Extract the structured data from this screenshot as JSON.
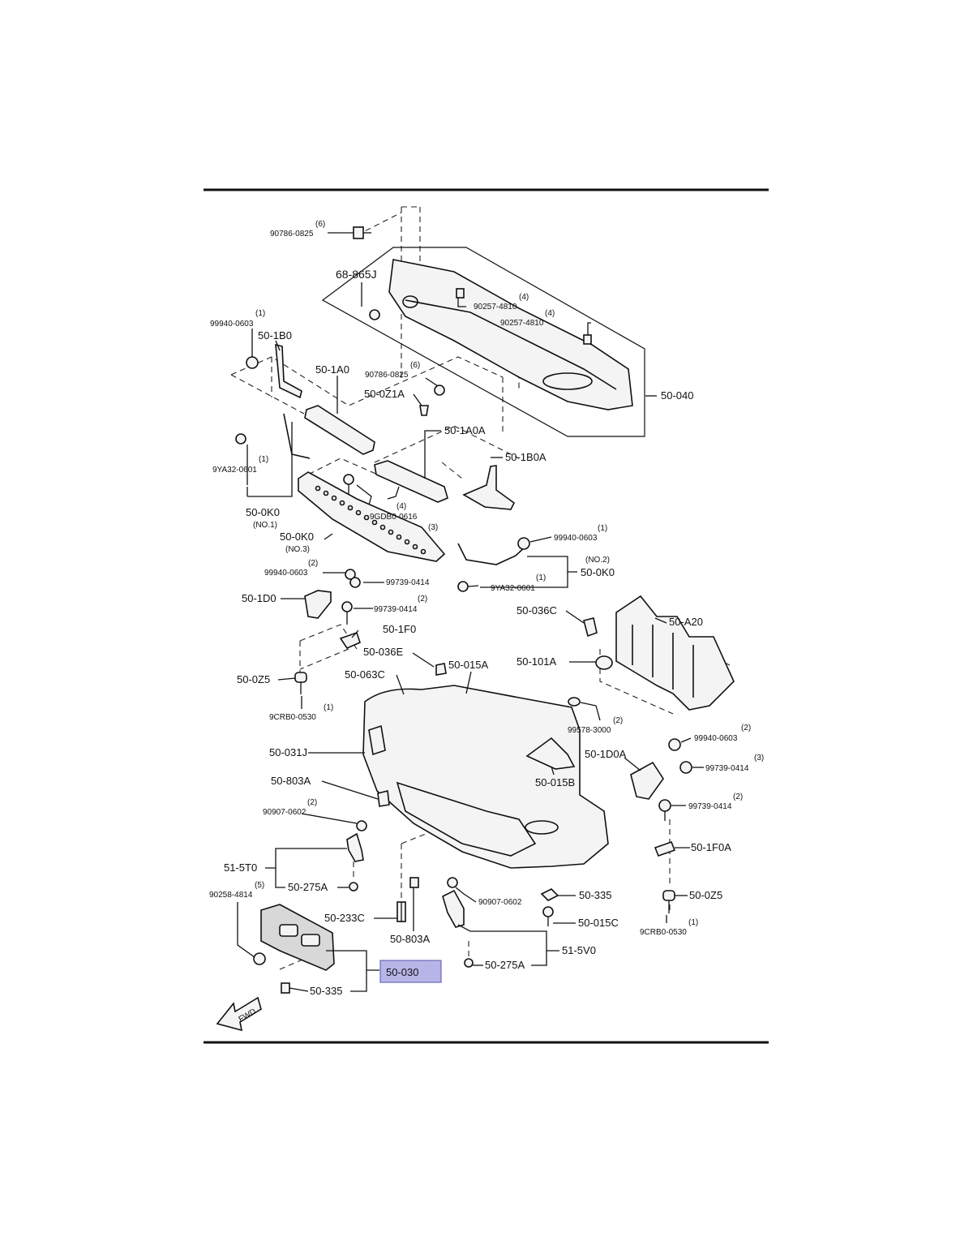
{
  "part_labels": {
    "p_90786_0825_a": "90786-0825",
    "p_68_865J": "68-865J",
    "p_90257_4810_a": "90257-4810",
    "p_90257_4810_b": "90257-4810",
    "p_99940_0603_a": "99940-0603",
    "p_50_1B0": "50-1B0",
    "p_50_1A0": "50-1A0",
    "p_90786_0825_b": "90786-0825",
    "p_50_0Z1A": "50-0Z1A",
    "p_50_040": "50-040",
    "p_50_1A0A": "50-1A0A",
    "p_50_1B0A": "50-1B0A",
    "p_9YA32_0601_a": "9YA32-0601",
    "p_9GDB0_0616": "9GDB0-0616",
    "p_50_0K0_a": "50-0K0",
    "p_NO1": "(NO.1)",
    "p_50_0K0_b": "50-0K0",
    "p_NO3": "(NO.3)",
    "p_99940_0603_b": "99940-0603",
    "p_NO2": "(NO.2)",
    "p_50_0K0_c": "50-0K0",
    "p_9YA32_0601_b": "9YA32-0601",
    "p_99940_0603_c": "99940-0603",
    "p_99739_0414_a": "99739-0414",
    "p_50_1D0": "50-1D0",
    "p_99739_0414_b": "99739-0414",
    "p_50_1F0": "50-1F0",
    "p_50_036C": "50-036C",
    "p_50_A20": "50-A20",
    "p_50_036E": "50-036E",
    "p_50_015A": "50-015A",
    "p_50_101A": "50-101A",
    "p_50_063C": "50-063C",
    "p_50_0Z5_a": "50-0Z5",
    "p_9CRB0_0530_a": "9CRB0-0530",
    "p_99578_3000": "99578-3000",
    "p_50_031J": "50-031J",
    "p_99940_0603_d": "99940-0603",
    "p_50_1D0A": "50-1D0A",
    "p_99739_0414_c": "99739-0414",
    "p_50_803A_a": "50-803A",
    "p_50_015B": "50-015B",
    "p_99739_0414_d": "99739-0414",
    "p_90907_0602_a": "90907-0602",
    "p_50_1F0A": "50-1F0A",
    "p_51_5T0": "51-5T0",
    "p_50_275A_a": "50-275A",
    "p_90258_4814": "90258-4814",
    "p_50_335_a": "50-335",
    "p_50_0Z5_b": "50-0Z5",
    "p_90907_0602_b": "90907-0602",
    "p_50_233C": "50-233C",
    "p_50_015C": "50-015C",
    "p_9CRB0_0530_b": "9CRB0-0530",
    "p_50_803A_b": "50-803A",
    "p_51_5V0": "51-5V0",
    "p_50_275A_b": "50-275A",
    "p_50_030": "50-030",
    "p_50_335_b": "50-335",
    "fwd": "FWD"
  },
  "quantities": {
    "q1": "(6)",
    "q2": "(4)",
    "q3": "(4)",
    "q4": "(1)",
    "q5": "(6)",
    "q6": "(1)",
    "q7": "(4)",
    "q8": "(3)",
    "q9": "(1)",
    "q10": "(2)",
    "q11": "(1)",
    "q12": "(2)",
    "q13": "(1)",
    "q14": "(2)",
    "q15": "(2)",
    "q16": "(3)",
    "q17": "(2)",
    "q18": "(2)",
    "q19": "(5)",
    "q20": "(1)"
  },
  "highlighted_part": "50-030",
  "colors": {
    "line": "#111111",
    "highlight": "#b7b5e8"
  }
}
